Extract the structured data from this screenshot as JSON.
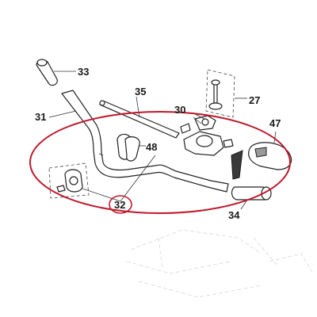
{
  "diagram": {
    "labels": {
      "p27": "27",
      "p30": "30",
      "p31": "31",
      "p32": "32",
      "p33": "33",
      "p34": "34",
      "p35": "35",
      "p47": "47",
      "p48": "48"
    },
    "colors": {
      "highlight": "#c0182a",
      "line": "#222222",
      "ghost": "#d6d6d6"
    }
  }
}
